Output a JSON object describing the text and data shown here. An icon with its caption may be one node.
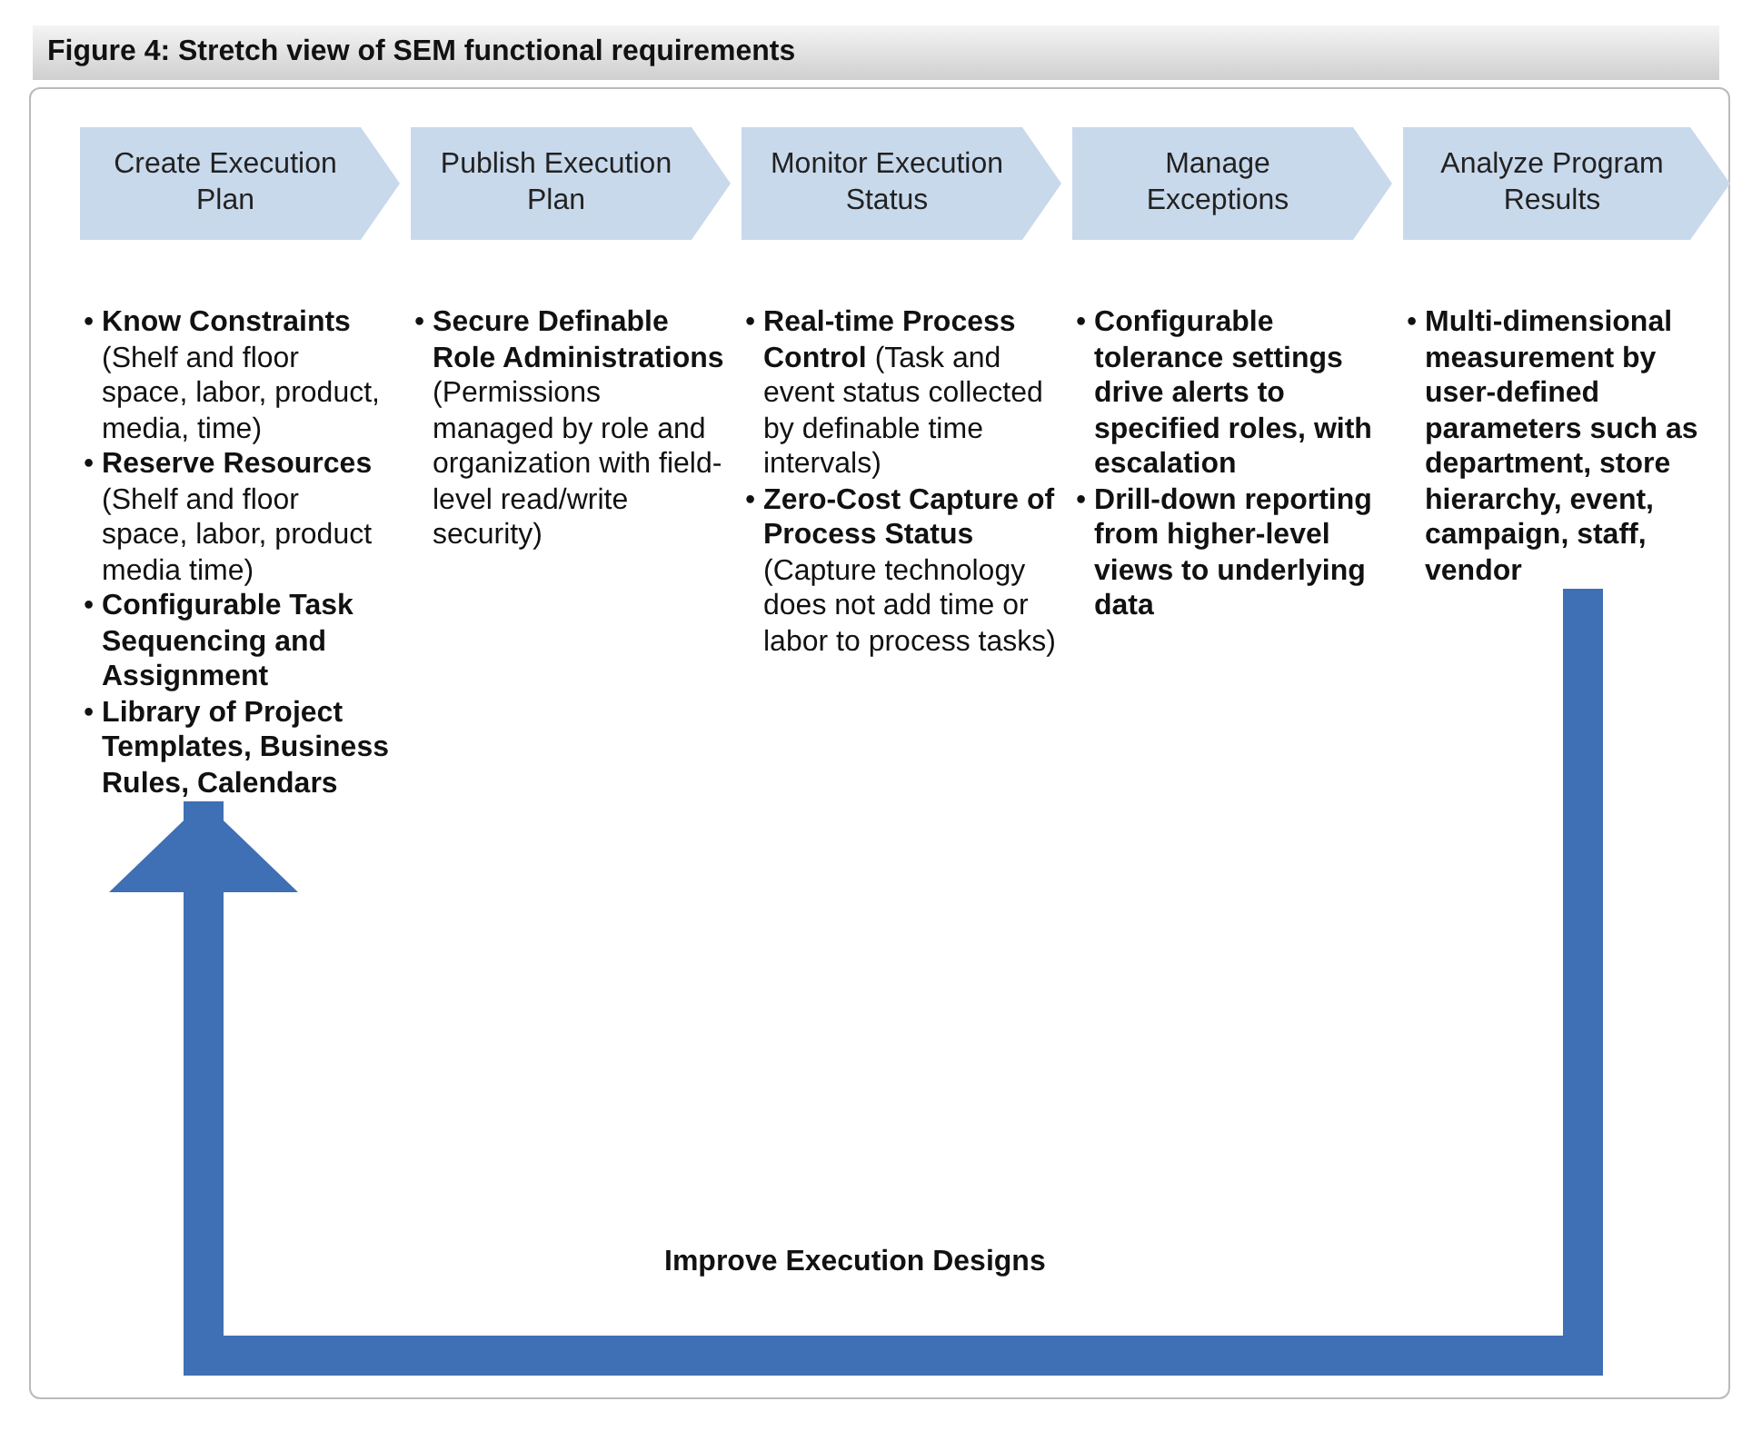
{
  "diagram": {
    "title": "Figure 4: Stretch view of SEM functional requirements",
    "nodes": [
      {
        "text": [
          "Create Execution Plan"
        ],
        "beside": [
          "• **Know Constraints** (Shelf and floor space, labor, product, media, time)",
          "• **Reserve Resources** (Shelf and floor space, labor, product media time)",
          "• **Configurable Task Sequencing and Assignment**",
          "• **Library of Project Templates, Business Rules, Calendars**"
        ]
      },
      {
        "text": [
          "Publish Execution Plan"
        ],
        "beside": [
          "• **Secure Definable Role Administrations** (Permissions managed by role and organization with field-level read/write security)"
        ]
      },
      {
        "text": [
          "Monitor Execution Status"
        ],
        "beside": [
          "• **Real-time Process Control** (Task and event status collected by definable time intervals)",
          "• **Zero-Cost Capture of Process Status** (Capture technology does not add time or labor to process tasks)"
        ]
      },
      {
        "text": [
          "Manage Exceptions"
        ],
        "beside": [
          "• **Configurable tolerance settings drive alerts to specified roles, with escalation**",
          "• **Drill-down reporting from higher-level views to underlying data**"
        ]
      },
      {
        "text": [
          "Analyze Program Results"
        ],
        "beside": [
          "• **Multi-dimensional measurement by user-defined parameters such as department, store hierarchy, event, campaign, staff, vendor**"
        ]
      }
    ],
    "edges": [
      {
        "from": 4,
        "to": 0,
        "arrow": "to",
        "label": "Improve Execution Designs"
      }
    ]
  }
}
